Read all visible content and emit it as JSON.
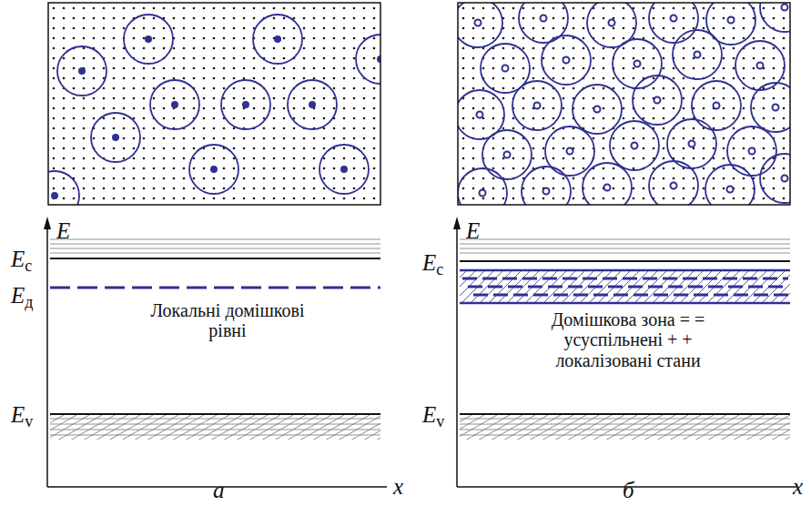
{
  "diagram": {
    "labels": [
      "E",
      "Ec",
      "Eд",
      "Локальні домішкові рівні",
      "Ev",
      "x",
      "а",
      "E",
      "Ec",
      "Домішкова зона = = усуспільнені + + локалізовані стани",
      "Ev",
      "x",
      "б"
    ]
  }
}
